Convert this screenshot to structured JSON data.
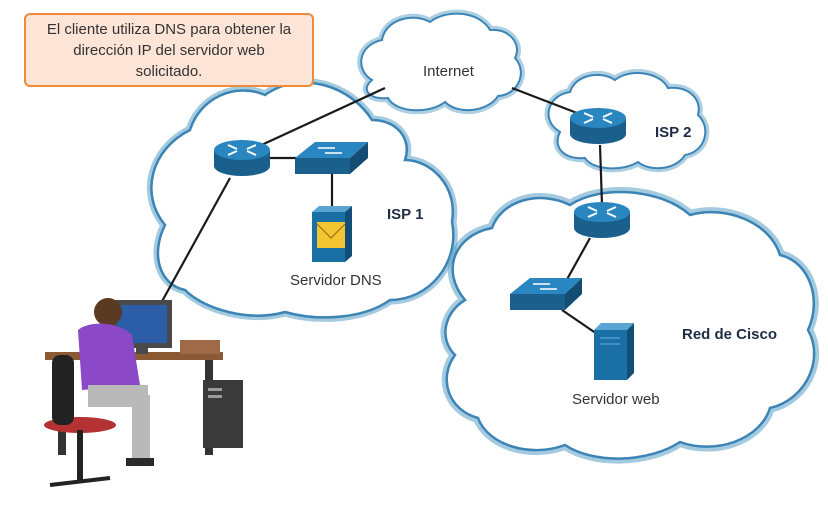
{
  "callout": {
    "text": "El cliente utiliza DNS para obtener la dirección IP del servidor web solicitado."
  },
  "labels": {
    "internet": "Internet",
    "isp1": "ISP 1",
    "isp2": "ISP 2",
    "dns_server": "Servidor DNS",
    "cisco_network": "Red de Cisco",
    "web_server": "Servidor web"
  },
  "colors": {
    "cloud_outline": "#5a9fc6",
    "router_blue": "#1f72a8",
    "server_blue": "#1a6fa5",
    "link": "#1a1a1a",
    "callout_bg": "#fce4d6",
    "callout_border": "#ef8a3a",
    "person_shirt": "#8b49c8"
  }
}
